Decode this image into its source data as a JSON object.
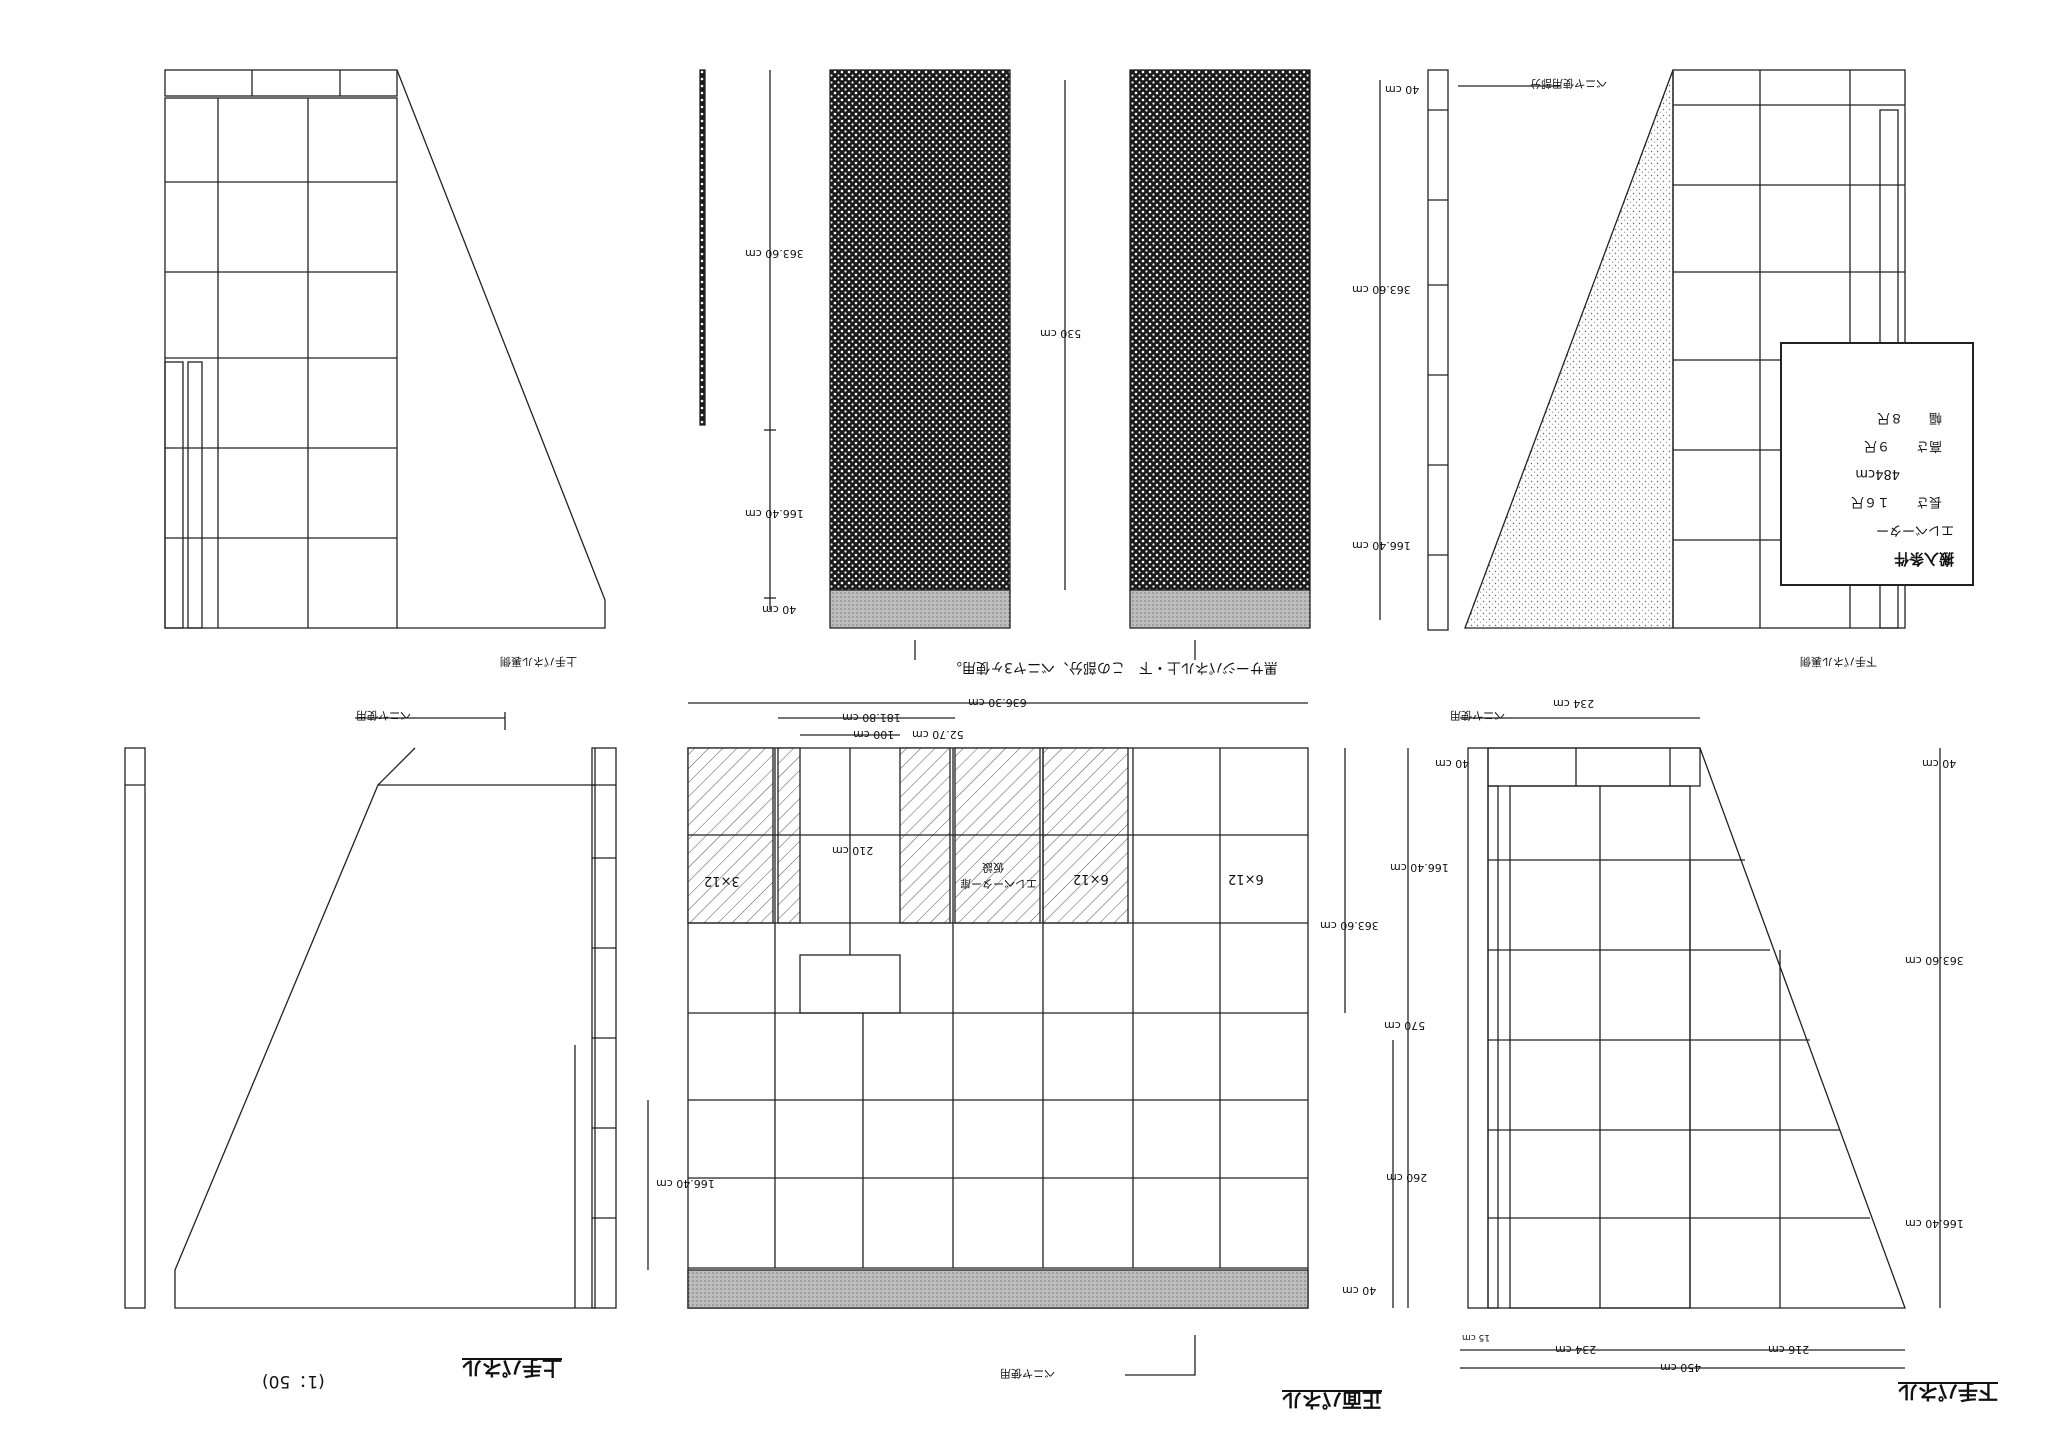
{
  "sheet": {
    "scale": "(1：50)",
    "view_titles": {
      "front": "正面パネル",
      "kamite": "上手パネル",
      "shimote": "下手パネル"
    },
    "sub_titles": {
      "kamite_back": "上手パネル裏側",
      "shimote_back": "下手パネル裏側"
    }
  },
  "notes": {
    "panel_note": "黒サージパネル上・下　この部分、ベニヤ3ヶ使用。",
    "veneer_use": "ベニヤ使用",
    "veneer_use_top_left": "ベニヤ使用",
    "veneer_use_top_right": "ベニヤ使用",
    "veneer_partial": "ベニヤ使用部分"
  },
  "dimensions": {
    "d636": "636.30 cm",
    "d181": "181.80 cm",
    "d100": "100 cm",
    "d52": "52.70 cm",
    "d210": "210 cm",
    "d363": "363.60 cm",
    "d570": "570 cm",
    "d260": "260 cm",
    "d40": "40 cm",
    "d16640": "166.40 cm",
    "d530": "530 cm",
    "d234": "234 cm",
    "d216": "216 cm",
    "d450": "450 cm",
    "d15": "15 cm"
  },
  "panel_labels": {
    "p6x12a": "6×12",
    "p6x12b": "6×12",
    "p3x12": "3×12",
    "elevator_door": "エレベーター扉",
    "fixed": "仮設"
  },
  "legend_box": {
    "title": "搬入条件",
    "line1": "エレベーター",
    "line2": "長さ　　１６尺",
    "line3": "484cm",
    "line4": "高さ　　９尺",
    "line5": "幅　　８尺"
  },
  "colors": {
    "line": "#222222",
    "hatch": "#555555",
    "dark_fill": "#1b1b1b"
  }
}
